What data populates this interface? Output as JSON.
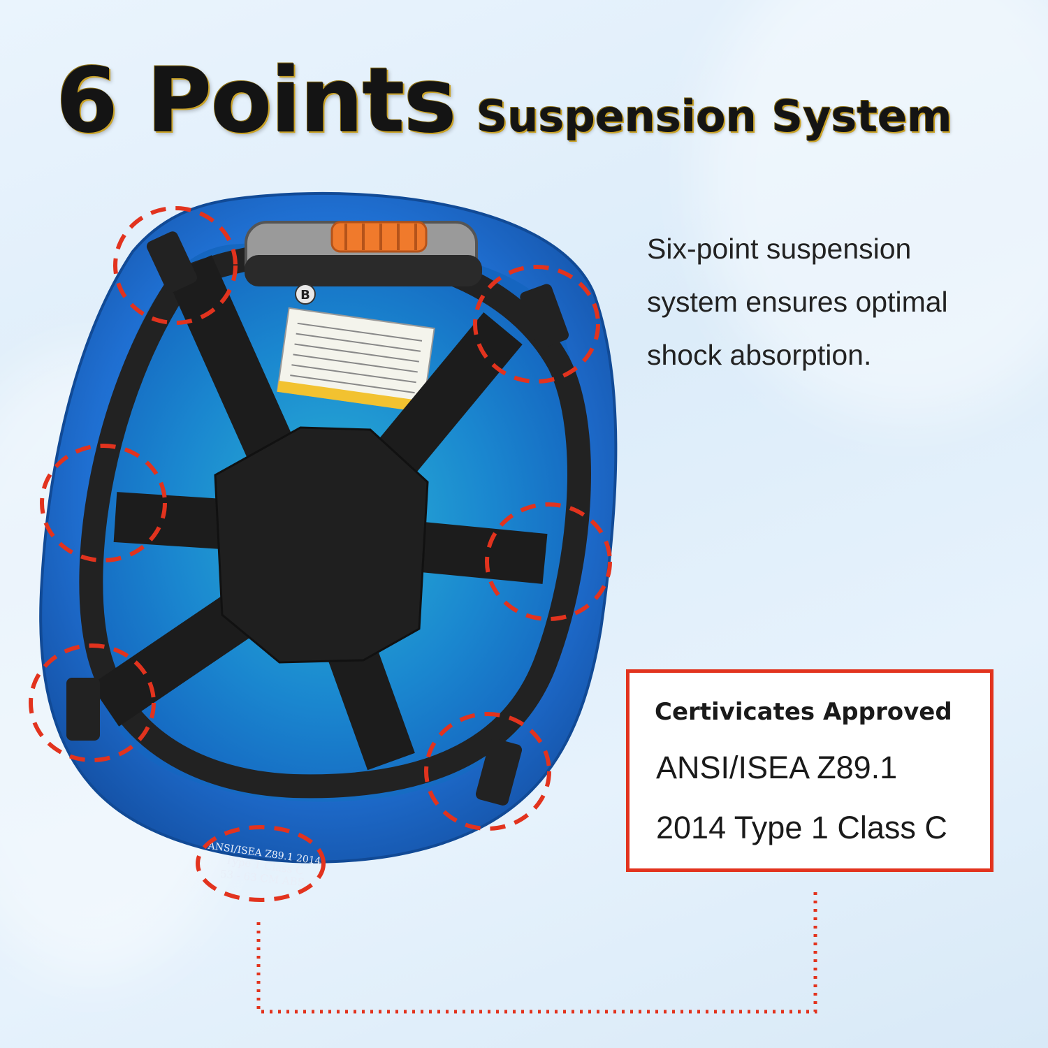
{
  "headline": {
    "big": "6 Points",
    "small": "Suspension System"
  },
  "description": {
    "line1": "Six-point suspension",
    "line2": "system ensures optimal",
    "line3": "shock absorption."
  },
  "certificate": {
    "title": "Certivicates Approved",
    "line1": "ANSI/ISEA Z89.1",
    "line2": "2014 Type 1 Class C"
  },
  "helmet_label": {
    "line1": "ANSI/ISEA Z89.1 2014",
    "line2": "Type 1 Class C",
    "line3": "53 - 63 CM  ABS"
  },
  "helmet_marker": "B",
  "colors": {
    "helmet_blue": "#1f6fd1",
    "callout_red": "#e2331e",
    "strap_black": "#1c1c1c",
    "ratchet_orange": "#f07a2c"
  }
}
